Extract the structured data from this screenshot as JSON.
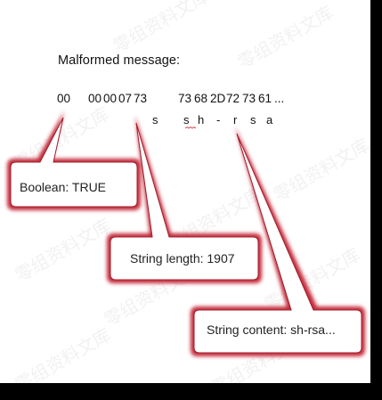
{
  "heading": "Malformed message:",
  "hex_bytes": [
    "00",
    "00",
    "00",
    "07",
    "73",
    "73",
    "68",
    "2D",
    "72",
    "73",
    "61",
    "..."
  ],
  "decoded_chars": [
    "s",
    "s",
    "h",
    "-",
    "r",
    "s",
    "a"
  ],
  "callouts": {
    "boolean": "Boolean: TRUE",
    "string_length": "String length: 1907",
    "string_content": "String content: sh-rsa..."
  },
  "watermark": "零组资料文库",
  "colors": {
    "callout_fill": "#c42a3a",
    "callout_inner": "#ffffff",
    "text": "#111111"
  }
}
